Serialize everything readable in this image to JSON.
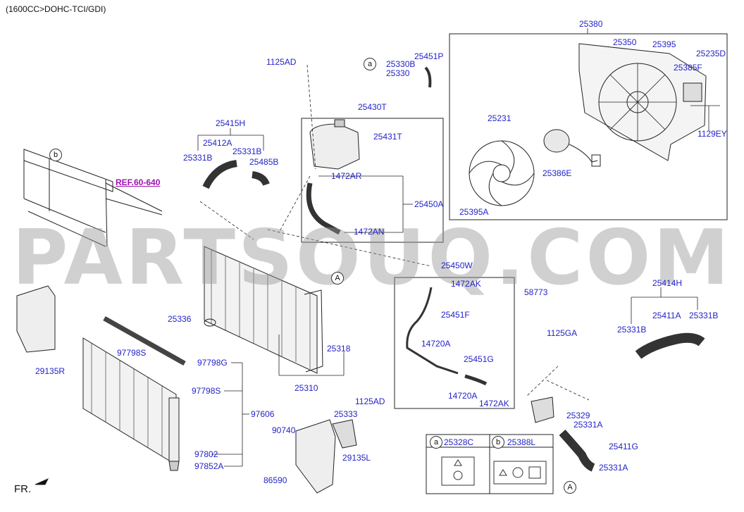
{
  "header": {
    "engine": "(1600CC>DOHC-TCI/GDI)"
  },
  "watermark": "PARTSOUQ.COM",
  "footer": {
    "direction": "FR."
  },
  "ref_link": "REF.60-640",
  "callouts": {
    "a": "a",
    "b": "b",
    "A": "A"
  },
  "legend": {
    "items": [
      {
        "marker": "a",
        "part": "25328C"
      },
      {
        "marker": "b",
        "part": "25388L"
      }
    ]
  },
  "labels": {
    "p25380": "25380",
    "p25350": "25350",
    "p25395": "25395",
    "p25235D": "25235D",
    "p25385F": "25385F",
    "p1129EY": "1129EY",
    "p25231": "25231",
    "p25386E": "25386E",
    "p25395A": "25395A",
    "p1125AD_top": "1125AD",
    "p25330B": "25330B",
    "p25330": "25330",
    "p25451P": "25451P",
    "p25430T": "25430T",
    "p25431T": "25431T",
    "p1472AR": "1472AR",
    "p25450A": "25450A",
    "p1472AN": "1472AN",
    "p25415H": "25415H",
    "p25412A": "25412A",
    "p25331B_l1": "25331B",
    "p25331B_l2": "25331B",
    "p25485B": "25485B",
    "p25336": "25336",
    "p25318": "25318",
    "p25310": "25310",
    "p29135R": "29135R",
    "p97798S_a": "97798S",
    "p97798G": "97798G",
    "p97798S_b": "97798S",
    "p97606": "97606",
    "p97802": "97802",
    "p97852A": "97852A",
    "p25450W": "25450W",
    "p1472AK_top": "1472AK",
    "p25451F": "25451F",
    "p14720A_a": "14720A",
    "p25451G": "25451G",
    "p14720A_b": "14720A",
    "p1472AK_bot": "1472AK",
    "p58773": "58773",
    "p1125GA": "1125GA",
    "p25414H": "25414H",
    "p25331B_r1": "25331B",
    "p25411A": "25411A",
    "p25331B_r2": "25331B",
    "p25329": "25329",
    "p25331A_a": "25331A",
    "p25411G": "25411G",
    "p25331A_b": "25331A",
    "p1125AD_bot": "1125AD",
    "p25333": "25333",
    "p90740": "90740",
    "p29135L": "29135L",
    "p86590": "86590"
  }
}
